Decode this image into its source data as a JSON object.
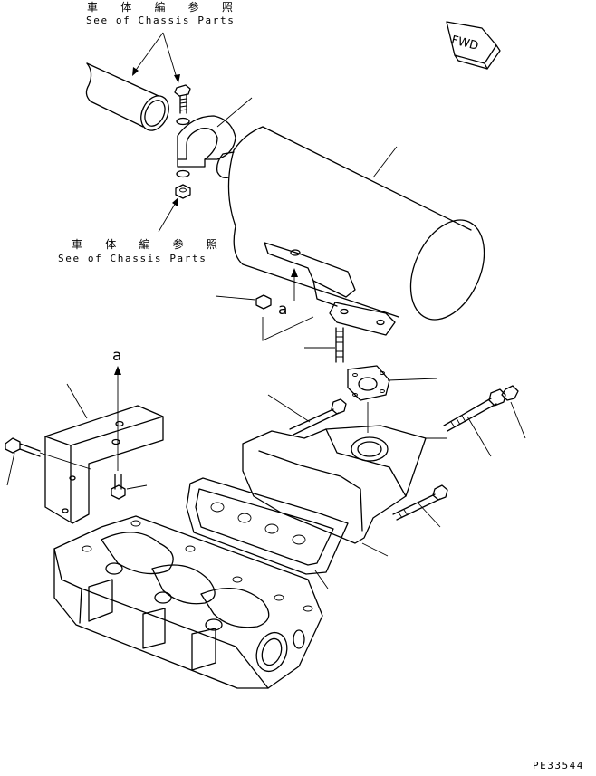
{
  "diagram": {
    "note_top": {
      "jp": "車 体 編 参 照",
      "en": "See of Chassis Parts"
    },
    "note_middle": {
      "jp": "車 体 編 参 照",
      "en": "See of Chassis Parts"
    },
    "fwd_label": "FWD",
    "ref_mark_upper": "a",
    "ref_mark_lower": "a",
    "drawing_code": "PE33544"
  }
}
